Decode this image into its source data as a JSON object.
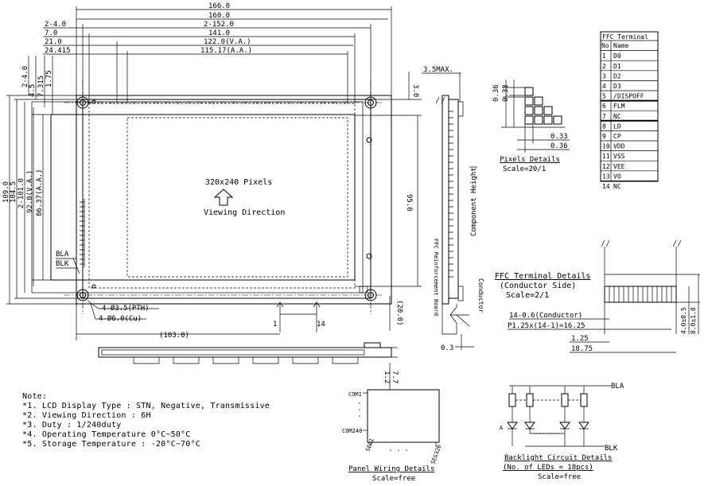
{
  "front_view": {
    "top_dims": [
      "166.0",
      "160.0",
      "2-152.0",
      "141.0",
      "2-4.0",
      "7.0",
      "122.0(V.A.)",
      "21.0",
      "115.17(A.A.)",
      "24.415"
    ],
    "left_dims": [
      "109.0",
      "104.5",
      "2-101.0",
      "92.0(V.A.)",
      "86.37(A.A.)",
      "2-4.0",
      "4.5",
      "7.315",
      "1.75"
    ],
    "right_dims": [
      "3.0",
      "95.0"
    ],
    "center_text": [
      "320x240 Pixels",
      "Viewing Direction"
    ],
    "pin_labels": [
      "BLA",
      "BLK"
    ],
    "hole_callouts": [
      "4-Ø3.5(PTH)",
      "4-Ø6.0(Cu)"
    ],
    "bottom_dims": [
      "(103.0)",
      "1",
      "14",
      "(20.0)"
    ]
  },
  "side_view": {
    "dims": [
      "3.5MAX.",
      "Component Height",
      "FFC Reinforcement Board",
      "Conductor",
      "0.3"
    ],
    "bottom_dims": [
      "1.2",
      "7.7"
    ]
  },
  "pixels_details": {
    "dims": [
      "0.36",
      "0.33",
      "0.33",
      "0.36"
    ],
    "title": "Pixels Details",
    "scale": "Scale=20/1"
  },
  "ffc_table": {
    "title": "FFC Terminal",
    "headers": [
      "No",
      "Name"
    ],
    "rows": [
      {
        "no": "1",
        "name": "D0"
      },
      {
        "no": "2",
        "name": "D1"
      },
      {
        "no": "3",
        "name": "D2"
      },
      {
        "no": "4",
        "name": "D3"
      },
      {
        "no": "5",
        "name": "/DISPOFF"
      },
      {
        "no": "6",
        "name": "FLM"
      },
      {
        "no": "7",
        "name": "NC"
      },
      {
        "no": "8",
        "name": "LD"
      },
      {
        "no": "9",
        "name": "CP"
      },
      {
        "no": "10",
        "name": "VDD"
      },
      {
        "no": "11",
        "name": "VSS"
      },
      {
        "no": "12",
        "name": "VEE"
      },
      {
        "no": "13",
        "name": "VO"
      },
      {
        "no": "14",
        "name": "NC"
      }
    ]
  },
  "ffc_terminal_details": {
    "title": "FFC Terminal Details",
    "subtitle": "(Conductor Side)",
    "scale": "Scale=2/1",
    "dims": [
      "14-0.6(Conductor)",
      "P1.25x(14-1)=16.25",
      "1.25",
      "18.75",
      "4.0±0.5",
      "8.0±1.0"
    ]
  },
  "notes": {
    "heading": "Note:",
    "items": [
      "*1. LCD Display Type : STN, Negative, Transmissive",
      "*2. Viewing Direction : 6H",
      "*3. Duty : 1/240duty",
      "*4. Operating Temperature   0°C~50°C",
      "*5. Storage Temperature : -20°C~70°C"
    ]
  },
  "panel_wiring": {
    "labels": [
      "COM1",
      "COM240",
      "SEG1",
      "SEG320"
    ],
    "title": "Panel Wiring Details",
    "scale": "Scale=free"
  },
  "backlight_circuit": {
    "labels": [
      "BLA",
      "BLK"
    ],
    "title": "Backlight Circuit Details",
    "subtitle": "(No. of LEDs = 18pcs)",
    "scale": "Scale=free"
  }
}
